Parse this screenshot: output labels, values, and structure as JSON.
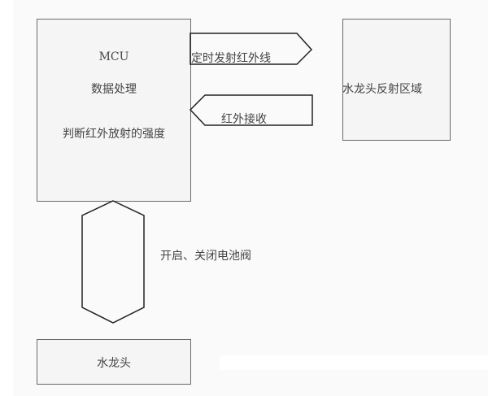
{
  "mcu": {
    "title": "MCU",
    "line1": "数据处理",
    "line2": "判断红外放射的强度"
  },
  "reflect_area": {
    "label": "水龙头反射区域"
  },
  "arrows": {
    "send": "定时发射红外线",
    "receive": "红外接收",
    "valve": "开启、关闭电池阀"
  },
  "faucet": {
    "label": "水龙头"
  }
}
